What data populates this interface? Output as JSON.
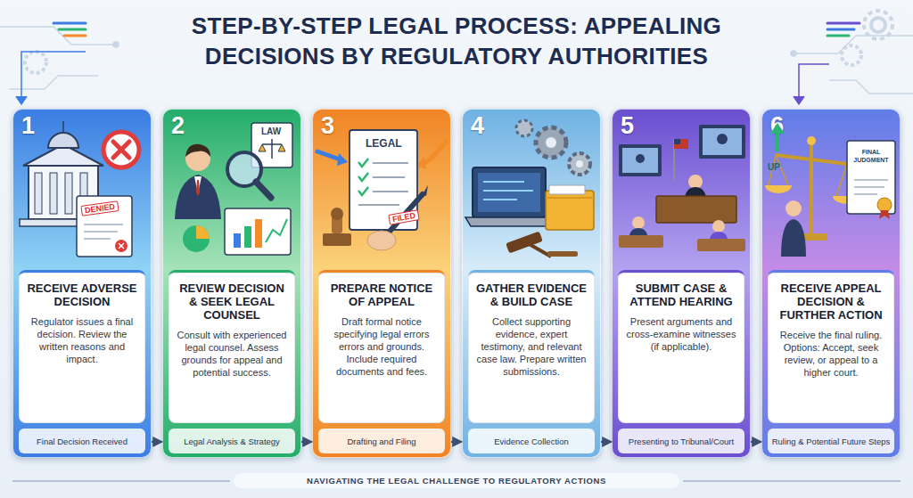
{
  "diagram": {
    "title": "STEP-BY-STEP LEGAL PROCESS: APPEALING DECISIONS BY REGULATORY AUTHORITIES",
    "caption": "NAVIGATING THE LEGAL CHALLENGE TO REGULATORY ACTIONS",
    "nodes": [
      {
        "text": [
          "1",
          "RECEIVE ADVERSE DECISION",
          "Regulator issues a final decision. Review the written reasons and impact.",
          "Final Decision Received"
        ]
      },
      {
        "text": [
          "2",
          "REVIEW DECISION & SEEK LEGAL COUNSEL",
          "Consult with experienced legal counsel. Assess grounds for appeal and potential success.",
          "Legal Analysis & Strategy"
        ]
      },
      {
        "text": [
          "3",
          "PREPARE NOTICE OF APPEAL",
          "Draft formal notice specifying legal errors errors and grounds. Include required documents and fees.",
          "Drafting and Filing"
        ]
      },
      {
        "text": [
          "4",
          "GATHER EVIDENCE & BUILD CASE",
          "Collect supporting evidence, expert testimony, and relevant case law. Prepare written submissions.",
          "Evidence Collection"
        ]
      },
      {
        "text": [
          "5",
          "SUBMIT CASE & ATTEND HEARING",
          "Present arguments and cross-examine witnesses (if applicable).",
          "Presenting to Tribunal/Court"
        ]
      },
      {
        "text": [
          "6",
          "RECEIVE APPEAL DECISION & FURTHER ACTION",
          "Receive the final ruling. Options: Accept, seek review, or appeal to a higher court.",
          "Ruling & Potential Future Steps"
        ]
      }
    ],
    "edges": [
      {
        "from": 0,
        "to": 1,
        "arrow": "to"
      },
      {
        "from": 1,
        "to": 2,
        "arrow": "to"
      },
      {
        "from": 2,
        "to": 3,
        "arrow": "to"
      },
      {
        "from": 3,
        "to": 4,
        "arrow": "to"
      },
      {
        "from": 4,
        "to": 5,
        "arrow": "to"
      }
    ],
    "labels": [
      "DENIED",
      "LAW",
      "LEGAL",
      "FILED",
      "UP",
      "FINAL JUDGMENT"
    ]
  }
}
